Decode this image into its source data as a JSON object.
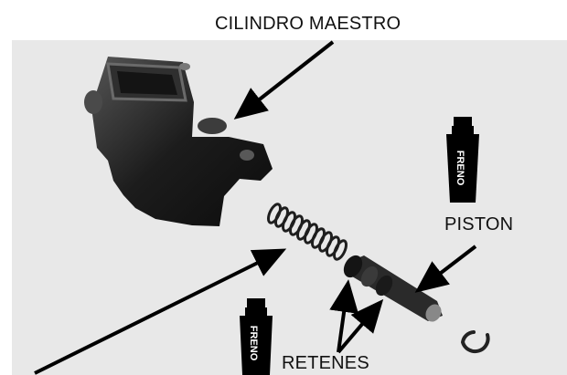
{
  "labels": {
    "master_cylinder": "CILINDRO MAESTRO",
    "piston": "PISTON",
    "seals": "RETENES"
  },
  "tubes": {
    "text": "FRENO"
  },
  "colors": {
    "background_photo": "#e8e8e8",
    "parts": "#1a1a1a",
    "arrow": "#000000",
    "text": "#111111"
  }
}
